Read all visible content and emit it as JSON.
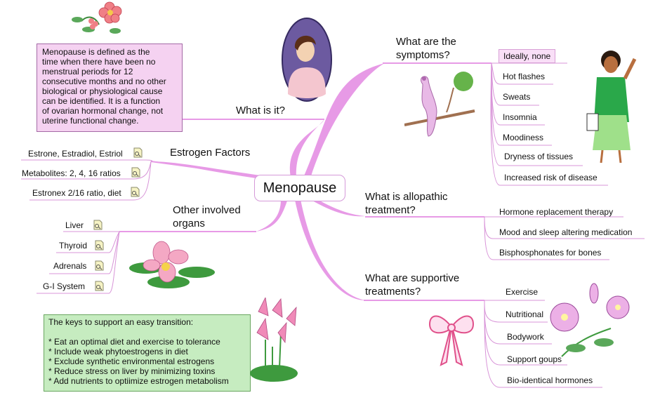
{
  "central_topic": "Menopause",
  "main_topics": {
    "what_is_it": "What is it?",
    "estrogen_factors": "Estrogen Factors",
    "other_organs": "Other involved\norgans",
    "symptoms": "What are the\nsymptoms?",
    "allopathic": "What is allopathic\ntreatment?",
    "supportive": "What are supportive\ntreatments?"
  },
  "definition_note": "Menopause is defined as the\ntime when there have been no\nmenstrual periods  for 12\nconsecutive months and no other\nbiological or physiological cause\ncan be identified.  It is a function\nof ovarian hormonal change, not\nuterine functional change.",
  "estrogen_factor_items": [
    "Estrone, Estradiol, Estriol",
    "Metabolites: 2, 4, 16 ratios",
    "Estronex 2/16 ratio, diet"
  ],
  "organ_items": [
    "Liver",
    "Thyroid",
    "Adrenals",
    "G-I System"
  ],
  "symptom_items": [
    "Ideally, none",
    "Hot flashes",
    "Sweats",
    "Insomnia",
    "Moodiness",
    "Dryness of tissues",
    "Increased risk of disease"
  ],
  "allopathic_items": [
    "Hormone replacement therapy",
    "Mood and sleep altering medication",
    "Bisphosphonates for bones"
  ],
  "supportive_items": [
    "Exercise",
    "Nutritional",
    "Bodywork",
    "Support goups",
    "Bio-identical hormones"
  ],
  "keys_note": "The keys to support an easy transition:\n\n*  Eat an optimal diet and exercise to tolerance\n*  Include weak phytoestrogens in diet\n*  Exclude synthetic environmental estrogens\n*  Reduce stress on liver by minimizing toxins\n*  Add nutrients to optiimize estrogen metabolism",
  "colors": {
    "branch": "#e79ae6",
    "thin_line": "#d894d8",
    "definition_note_bg": "#f5d2f1",
    "keys_note_bg": "#c6ecc0",
    "highlight_bg": "#f9dff7"
  },
  "icons": [
    "attachment-icon",
    "woman-portrait-icon",
    "peacock-icon",
    "woman-fanning-icon",
    "flower-icon",
    "orchid-icon",
    "cyclamen-icon",
    "bow-icon",
    "morning-glory-icon"
  ]
}
